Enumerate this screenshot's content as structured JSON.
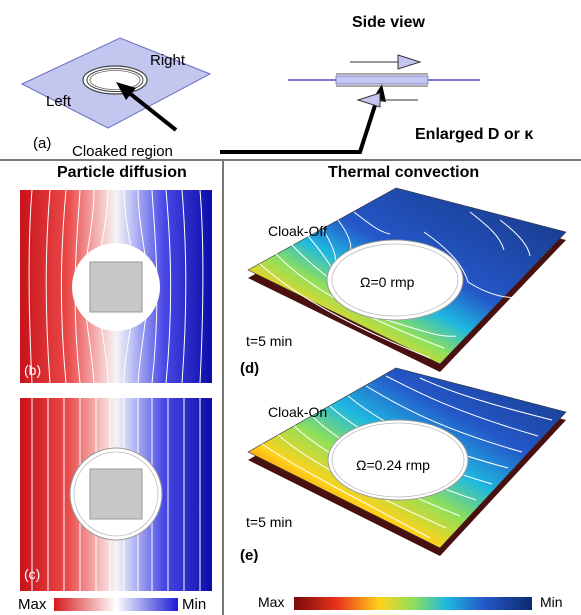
{
  "panel_a": {
    "label_left": "Left",
    "label_right": "Right",
    "label_tag": "(a)",
    "cloaked_region": "Cloaked region",
    "side_view_title": "Side view",
    "enlarged_text": "Enlarged D or κ"
  },
  "particle_diffusion": {
    "title": "Particle diffusion",
    "tag_b": "(b)",
    "tag_c": "(c)",
    "colorbar": {
      "min_label": "Min",
      "max_label": "Max",
      "colors": [
        "#d7191c",
        "#ffffff",
        "#1a1ad6"
      ]
    }
  },
  "thermal_convection": {
    "title": "Thermal convection",
    "panel_d": {
      "state": "Cloak-Off",
      "omega": "Ω=0 rmp",
      "time": "t=5 min",
      "tag": "(d)"
    },
    "panel_e": {
      "state": "Cloak-On",
      "omega": "Ω=0.24 rmp",
      "time": "t=5 min",
      "tag": "(e)"
    },
    "colorbar": {
      "min_label": "Min",
      "max_label": "Max",
      "colors": [
        "#7a0a0a",
        "#e8321b",
        "#ffd21a",
        "#8fe05a",
        "#1fb8e0",
        "#2457c8",
        "#0d2a6e"
      ]
    }
  }
}
